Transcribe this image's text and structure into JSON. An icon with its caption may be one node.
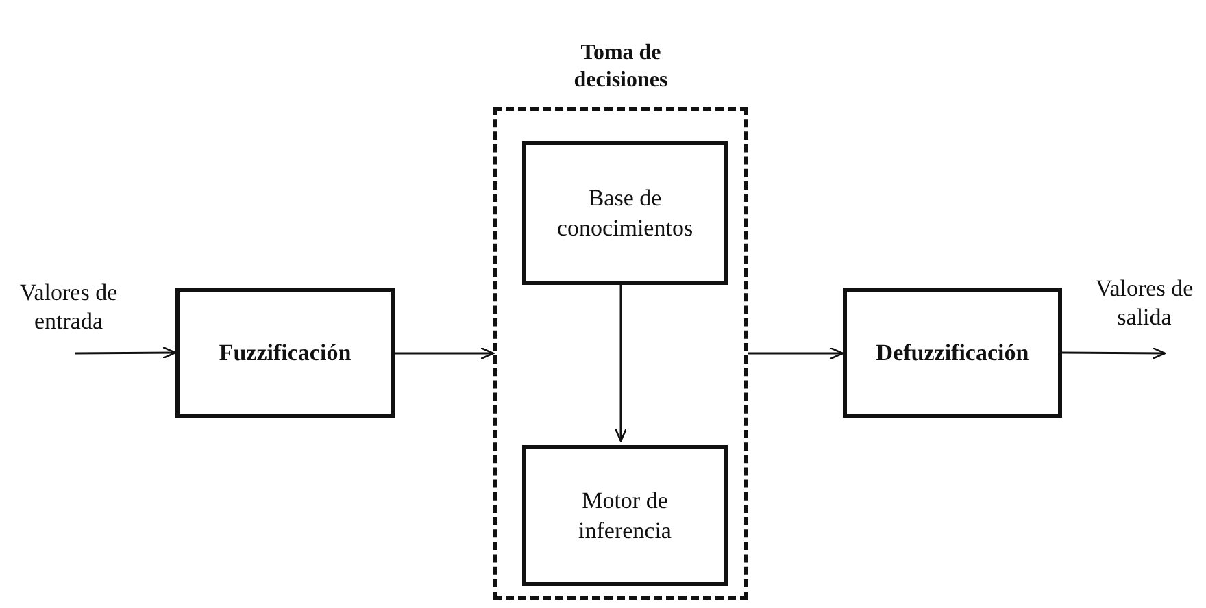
{
  "diagram": {
    "nodes": [
      {
        "text": [
          "Fuzzificación"
        ]
      },
      {
        "text": [
          "Toma de decisiones"
        ]
      },
      {
        "text": [
          "Base de conocimientos"
        ],
        "in": 1
      },
      {
        "text": [
          "Motor de inferencia"
        ],
        "in": 1
      },
      {
        "text": [
          "Defuzzificación"
        ]
      }
    ],
    "edges": [
      {
        "from": null,
        "to": 0,
        "arrow": "to"
      },
      {
        "from": 0,
        "to": 1,
        "arrow": "to"
      },
      {
        "from": 2,
        "to": 3,
        "arrow": "to"
      },
      {
        "from": 1,
        "to": 4,
        "arrow": "to"
      },
      {
        "from": 4,
        "to": null,
        "arrow": "to"
      }
    ],
    "labels": [
      "Valores de entrada",
      "Valores de salida"
    ]
  }
}
